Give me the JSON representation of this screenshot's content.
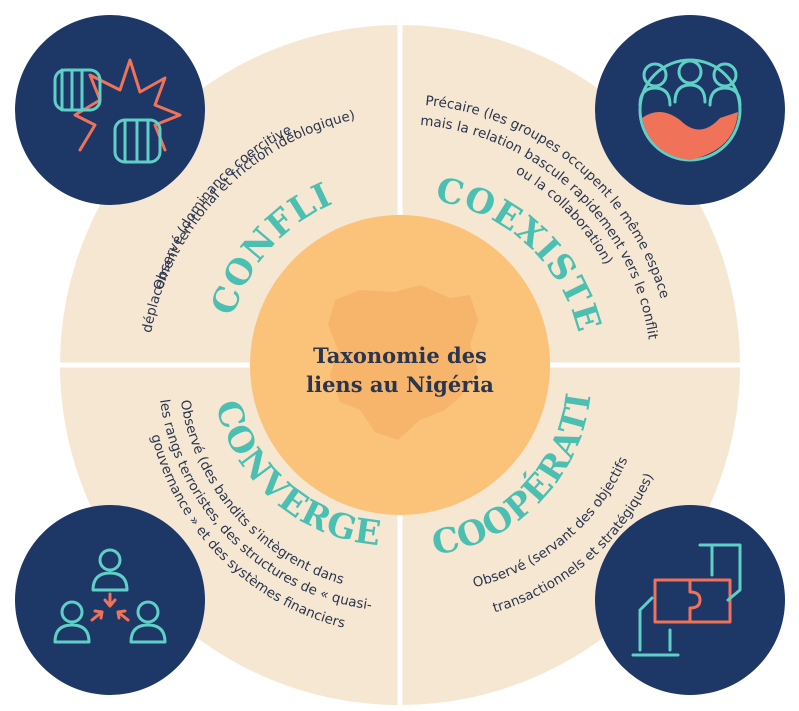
{
  "center": {
    "line1": "Taxonomie des",
    "line2": "liens au Nigéria"
  },
  "quadrants": {
    "conflit": {
      "title": "CONFLIT",
      "desc1": "Observé (dominance coercitive,",
      "desc2": "déplacement territorial et friction idéologique)"
    },
    "coexistence": {
      "title": "COEXISTENCE",
      "desc1": "Précaire (les groupes occupent le même espace",
      "desc2": "mais la relation bascule rapidement vers le conflit",
      "desc3": "ou la collaboration)"
    },
    "convergence": {
      "title": "CONVERGENCE",
      "desc1": "Observé (des bandits s'intègrent dans",
      "desc2": "les rangs terroristes, des structures de « quasi-",
      "desc3": "gouvernance » et des systèmes financiers"
    },
    "cooperation": {
      "title": "COOPÉRATION",
      "desc1": "Observé (servant des objectifs",
      "desc2": "transactionnels et stratégiques)"
    }
  },
  "icons": {
    "top_left": "fist-bump-clash-icon",
    "top_right": "group-over-globe-icon",
    "bottom_left": "people-converging-icon",
    "bottom_right": "puzzle-handshake-icon"
  },
  "colors": {
    "outer_ring": "#f6e7d2",
    "center_circle": "#fbc27a",
    "icon_circle": "#1d3766",
    "accent_teal": "#4bbfb1",
    "accent_coral": "#ef7259",
    "text_dark": "#2a3550"
  }
}
